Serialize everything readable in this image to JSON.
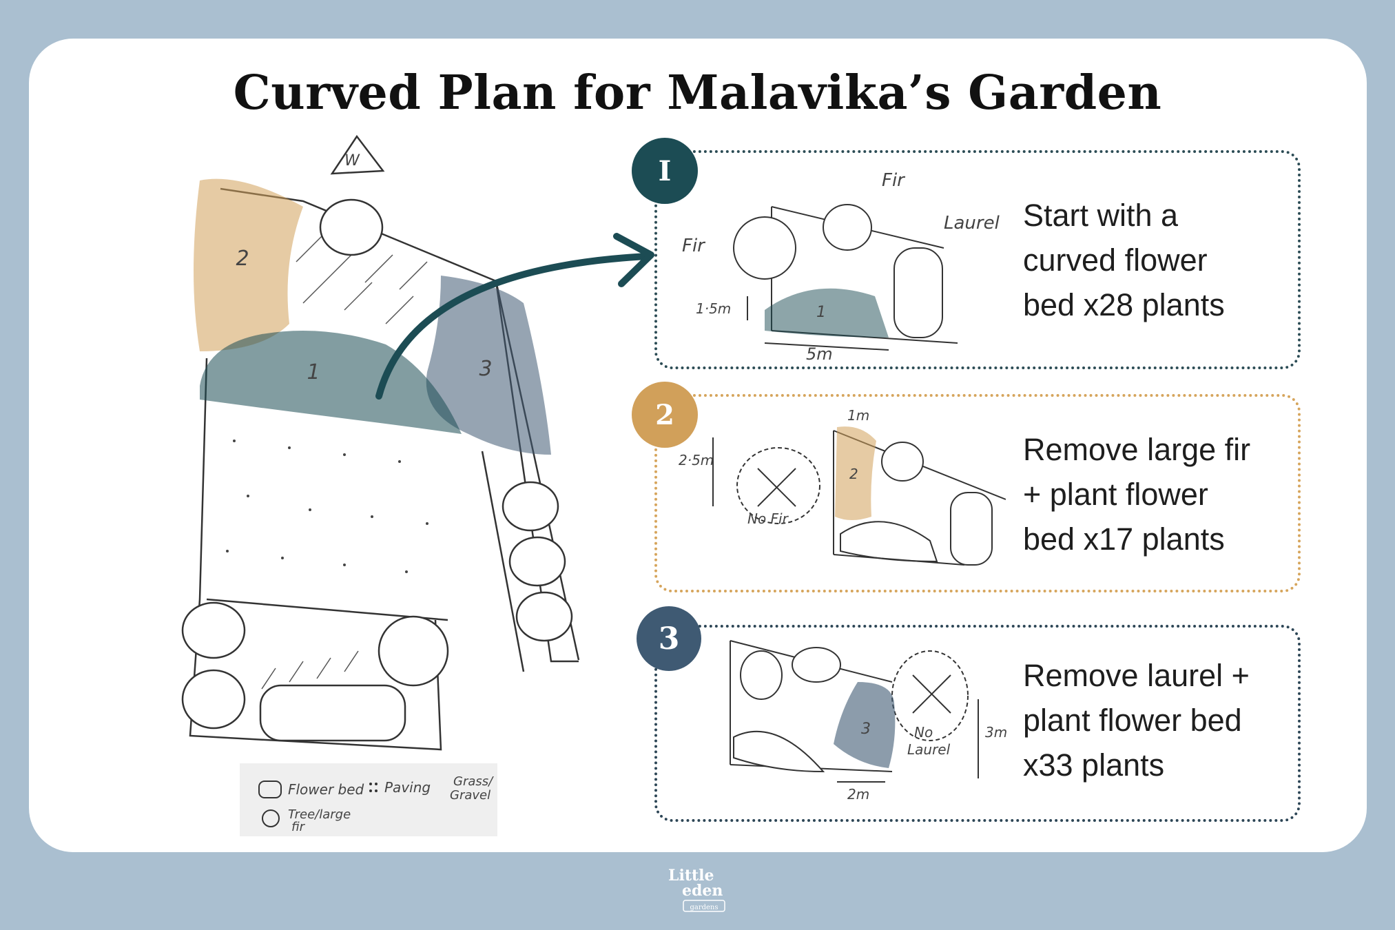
{
  "title": "Curved Plan for Malavika’s Garden",
  "colors": {
    "background": "#aabfd0",
    "bed1_teal": "#1c4c54",
    "bed2_ochre": "#d1a05a",
    "bed3_slate": "#3f5a73"
  },
  "compass": {
    "label": "W"
  },
  "main_plan": {
    "bed1_label": "1",
    "bed2_label": "2",
    "bed3_label": "3"
  },
  "steps": [
    {
      "number": "I",
      "text": "Start with a\ncurved flower\nbed x28 plants",
      "sketch": {
        "fir_left": "Fir",
        "fir_top": "Fir",
        "laurel": "Laurel",
        "height": "1·5m",
        "width": "5m",
        "bed_label": "1"
      }
    },
    {
      "number": "2",
      "text": "Remove large fir\n+ plant flower\nbed  x17 plants",
      "sketch": {
        "height": "2·5m",
        "width": "1m",
        "removed": "No Fir",
        "bed_label": "2"
      }
    },
    {
      "number": "3",
      "text": "Remove laurel +\nplant flower bed\nx33 plants",
      "sketch": {
        "height": "3m",
        "width": "2m",
        "removed_line1": "No",
        "removed_line2": "Laurel",
        "bed_label": "3"
      }
    }
  ],
  "legend": {
    "flower_bed": "Flower bed",
    "paving": "Paving",
    "grass_line1": "Grass/",
    "grass_line2": "Gravel",
    "tree_line1": "Tree/large",
    "tree_line2": "fir"
  },
  "logo": {
    "line1": "Little",
    "line2": "eden",
    "line3": "gardens"
  }
}
